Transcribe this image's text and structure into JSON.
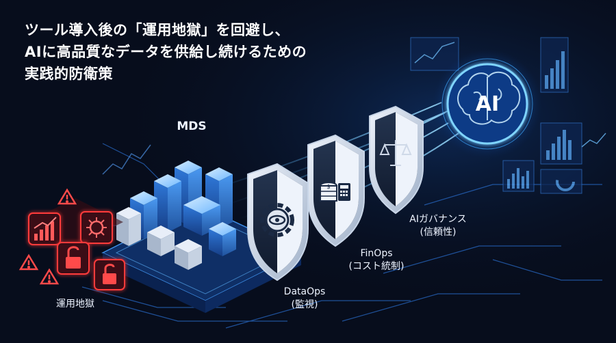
{
  "headline": {
    "line1": "ツール導入後の「運用地獄」を回避し、",
    "line2": "AIに高品質なデータを供給し続けるための",
    "line3": "実践的防衛策"
  },
  "labels": {
    "mds": "MDS",
    "dataops": "DataOps",
    "dataops_sub": "(監視)",
    "finops": "FinOps",
    "finops_sub": "(コスト統制)",
    "aigov": "AIガバナンス",
    "aigov_sub": "(信頼性)",
    "hell": "運用地獄",
    "ai": "AI"
  },
  "colors": {
    "background": "#070d1c",
    "accent_blue": "#3fa9ff",
    "glow_cyan": "#7fd4ff",
    "danger_red": "#ff3b3b",
    "text": "#ffffff"
  },
  "icons": {
    "hell": [
      "chart-up-icon",
      "unlock-icon",
      "virus-icon",
      "warning-icon"
    ],
    "shields": [
      "gear-eye-icon",
      "coins-calculator-icon",
      "scales-icon"
    ],
    "ai": "brain-icon"
  }
}
